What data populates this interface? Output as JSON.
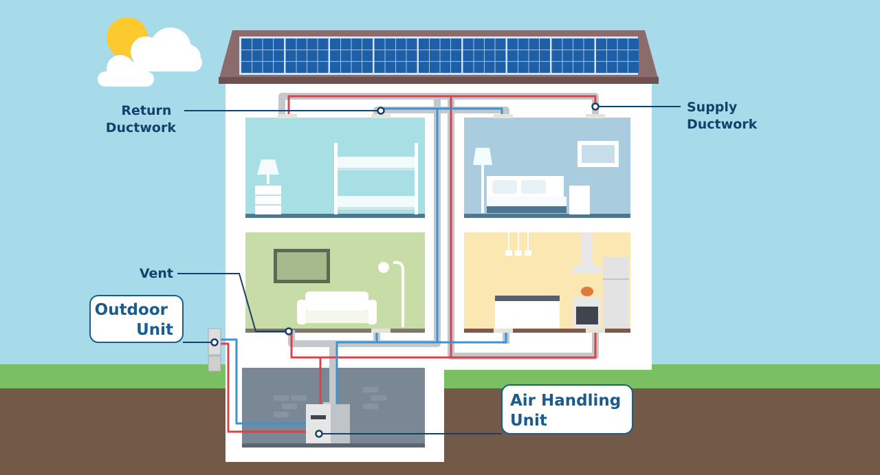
{
  "labels": {
    "return_ductwork": [
      "Return",
      "Ductwork"
    ],
    "supply_ductwork": [
      "Supply",
      "Ductwork"
    ],
    "vent": "Vent",
    "outdoor_unit": [
      "Outdoor",
      "Unit"
    ],
    "air_handling_unit": [
      "Air Handling",
      "Unit"
    ]
  },
  "icons": {
    "sun": "sun-icon",
    "cloud": "cloud-icon",
    "solar_panels": "solar-panel-icon",
    "outdoor_unit": "outdoor-unit-icon",
    "air_handler": "air-handler-icon"
  },
  "colors": {
    "sky": "#a8dbe9",
    "grass": "#7bbf63",
    "soil": "#735a48",
    "house_wall": "#ffffff",
    "roof": "#8b6b6b",
    "solar_panel": "#1f5fa8",
    "supply_duct": "#d9434b",
    "return_duct": "#3b93d6",
    "duct_casing": "#c3c8cd",
    "bedroom_left": "#a7dfe4",
    "bedroom_right": "#a9ccdf",
    "living_room": "#c8dca8",
    "kitchen": "#fbe7b2",
    "basement": "#7a8896",
    "label_text": "#14406a",
    "leader_line": "#14406a"
  }
}
